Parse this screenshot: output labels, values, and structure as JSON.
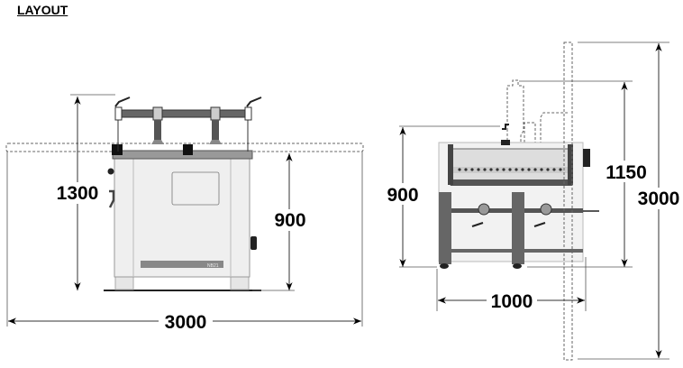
{
  "title": "LAYOUT",
  "front_view": {
    "total_height": "1300",
    "table_height": "900",
    "overall_length": "3000",
    "plate_label": "NB21"
  },
  "side_view": {
    "table_height": "900",
    "max_height": "1150",
    "overall_depth": "3000",
    "machine_width": "1000"
  }
}
